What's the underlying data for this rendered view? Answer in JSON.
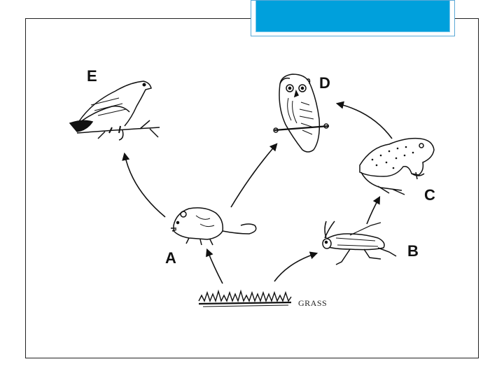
{
  "diagram": {
    "labels": {
      "a": "A",
      "b": "B",
      "c": "C",
      "d": "D",
      "e": "E",
      "grass": "GRASS"
    },
    "organisms": [
      "mouse-icon",
      "grasshopper-icon",
      "frog-icon",
      "owl-icon",
      "hawk-icon",
      "grass-icon"
    ],
    "colors": {
      "title_fill": "#00a0dc",
      "ink": "#111111"
    }
  }
}
